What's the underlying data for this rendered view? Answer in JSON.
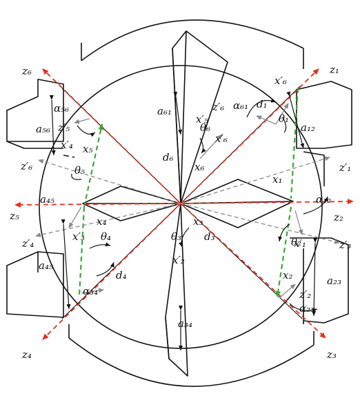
{
  "labels": {
    "z1": "z₁",
    "z2": "z₂",
    "z3": "z₃",
    "z4": "z₄",
    "z5": "z₅",
    "z6": "z₆",
    "x1": "x₁",
    "x2": "x₂",
    "x3": "x₃",
    "x4": "x₄",
    "x5": "x₅",
    "x6": "x₆",
    "x1p": "x′₁",
    "x2p": "x′₂",
    "x3p": "x′₃",
    "x4p": "x′₄",
    "x5p": "x′₅",
    "x6p": "x′₆",
    "x6p_b": "x′₆",
    "z1p": "z′₁",
    "z2p": "z′₂",
    "z3p": "z′₃",
    "z4p": "z′₄",
    "z5p": "z′₅",
    "z6p": "z′₆",
    "z6p_b": "z′₆",
    "a12": "a₁₂",
    "a23": "a₂₃",
    "a34": "a₃₄",
    "a45": "a₄₅",
    "a45_b": "a₄₅",
    "a56": "a₅₆",
    "a61": "a₆₁",
    "alpha12": "α₁₂",
    "alpha23": "α₂₃",
    "alpha34": "α₃₄",
    "alpha56": "α₅₆",
    "alpha61": "α₆₁",
    "theta1": "θ₁",
    "theta2": "θ₂",
    "theta3": "θ₃",
    "theta4": "θ₄",
    "theta5": "θ₅",
    "theta6": "θ₆",
    "d1": "d₁",
    "d3": "d₃",
    "d4": "d₄",
    "d6": "d₆"
  },
  "colors": {
    "z_axis": "#e0301e",
    "x_axis": "#3aa832",
    "aux_axis": "#8a8a8a",
    "outline": "#111111"
  }
}
